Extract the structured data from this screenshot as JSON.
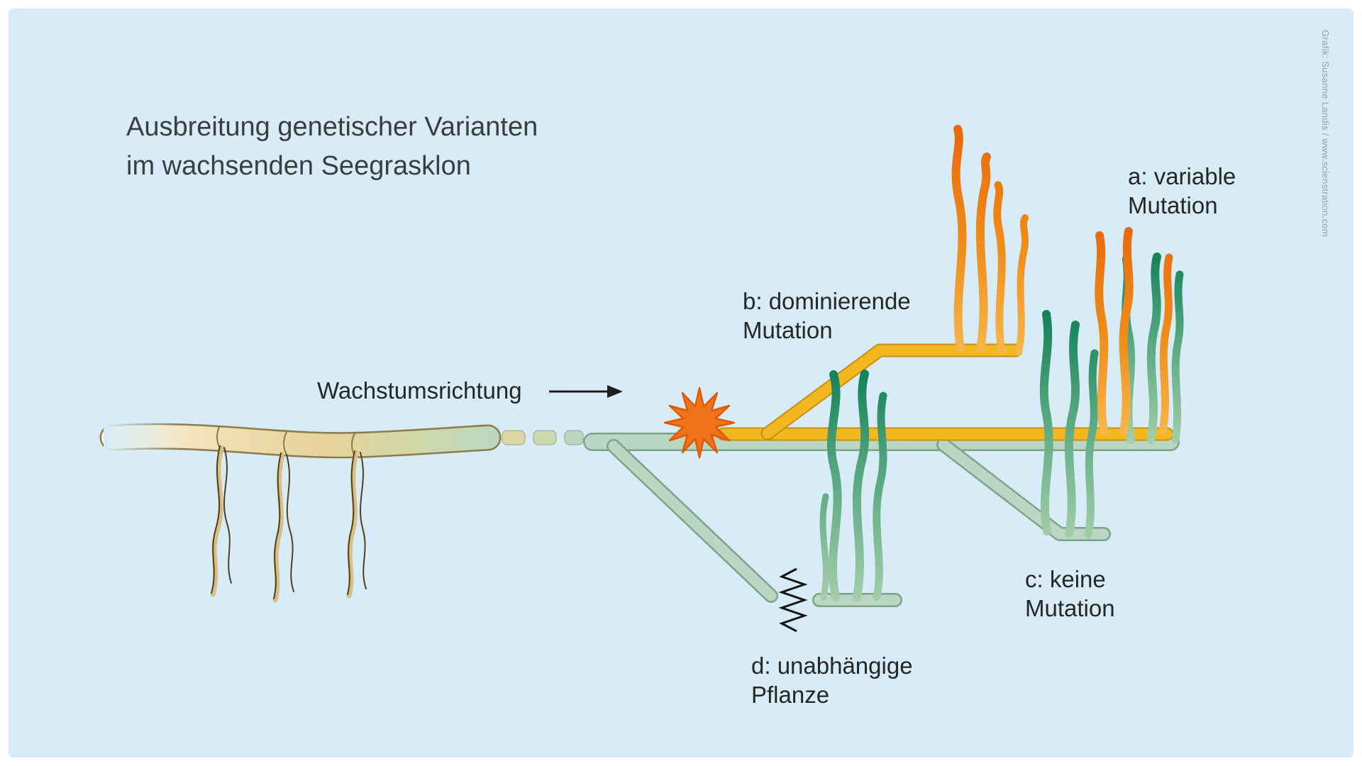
{
  "title": {
    "line1": "Ausbreitung genetischer Varianten",
    "line2": "im wachsenden Seegrasklon"
  },
  "growth": {
    "label": "Wachstumsrichtung"
  },
  "annotations": {
    "a": {
      "line1": "a: variable",
      "line2": "Mutation"
    },
    "b": {
      "line1": "b: dominierende",
      "line2": "Mutation"
    },
    "c": {
      "line1": "c: keine",
      "line2": "Mutation"
    },
    "d": {
      "line1": "d: unabhängige",
      "line2": "Pflanze"
    }
  },
  "credit": {
    "text": "Grafik: Susanne Landis / www.scienstration.com"
  },
  "colors": {
    "panel_background": "#d7ecf6",
    "text": "#262626",
    "rhizome_tan": "#e7d29b",
    "rhizome_outline": "#8d7b49",
    "mutation_star": "#f0731b",
    "branch_yellow": "#f3b71f",
    "shoot_orange": "#e8690c",
    "shoot_green": "#128159",
    "stem_pale_green": "#b9d7c2"
  }
}
